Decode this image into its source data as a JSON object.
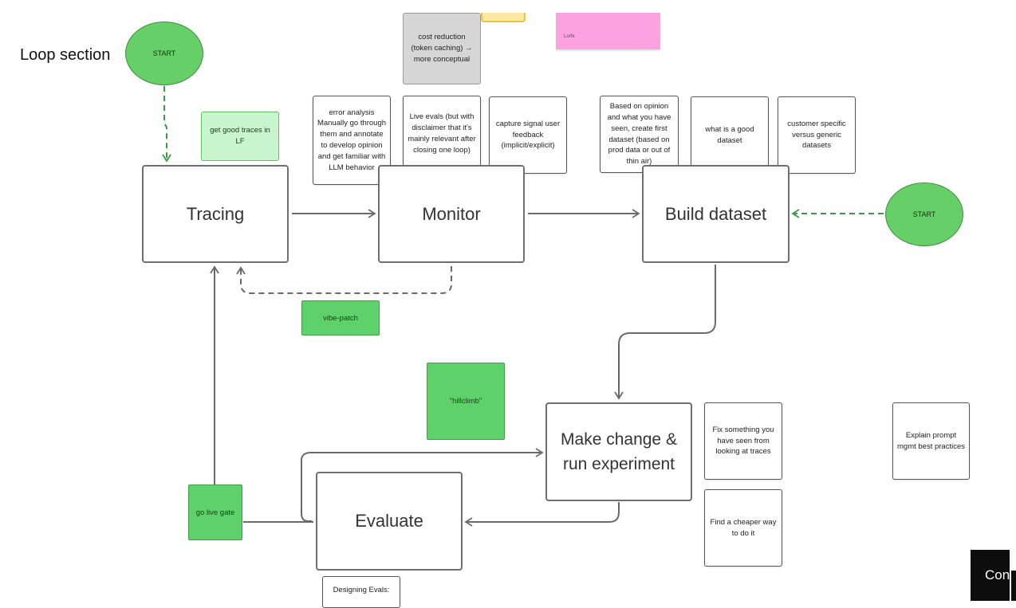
{
  "section_title": "Loop section",
  "start_circles": [
    "START",
    "START"
  ],
  "main_nodes": {
    "tracing": "Tracing",
    "monitor": "Monitor",
    "build_dataset": "Build dataset",
    "make_change": "Make change & run experiment",
    "evaluate": "Evaluate"
  },
  "notes": {
    "cost_reduction": "cost reduction (token caching) → more conceptual",
    "pink_label": "Lorfe",
    "good_traces": "get good traces in LF",
    "error_analysis": "error analysis Manually go through them and annotate to develop opinion and get familiar with LLM behavior",
    "live_evals": "Live evals (but with disclaimer that it's mainly relevant after closing one loop)",
    "capture_signal": "capture signal user feedback (implicit/explicit)",
    "first_dataset": "Based on opinion and what you have seen, create first dataset (based on prod data or out of thin air)",
    "good_dataset": "what is a good dataset",
    "customer_specific": "customer specific versus generic datasets",
    "vibe_patch": "vibe-patch",
    "hillclimb": "\"hillclimb\"",
    "fix_something": "Fix something you have seen from looking at traces",
    "cheaper_way": "Find a cheaper way to do it",
    "prompt_mgmt": "Explain prompt mgmt best practices",
    "go_live_gate": "go live gate",
    "designing_evals": "Designing Evals:"
  },
  "corner_button": "Con"
}
